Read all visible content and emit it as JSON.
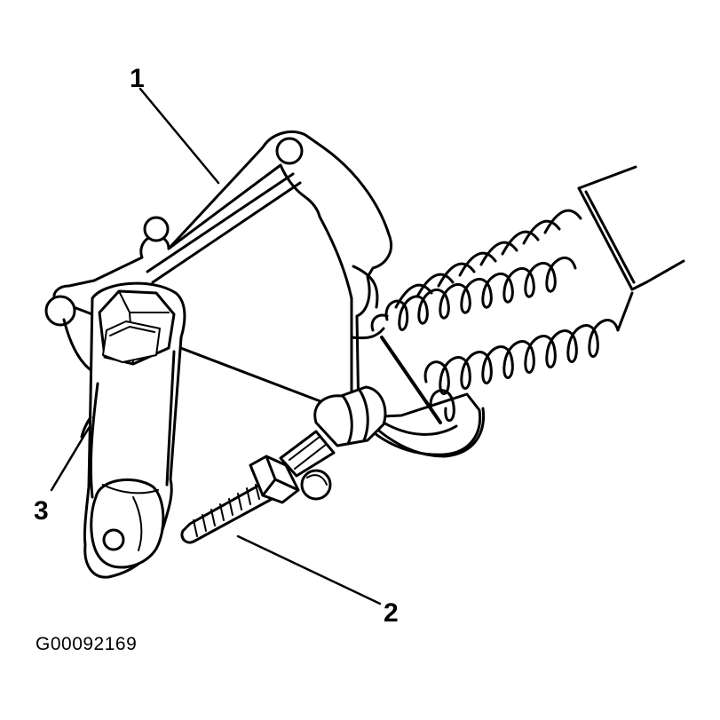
{
  "callouts": {
    "c1": "1",
    "c2": "2",
    "c3": "3"
  },
  "figure_id": "G00092169",
  "colors": {
    "line": "#000000",
    "background": "#ffffff"
  }
}
